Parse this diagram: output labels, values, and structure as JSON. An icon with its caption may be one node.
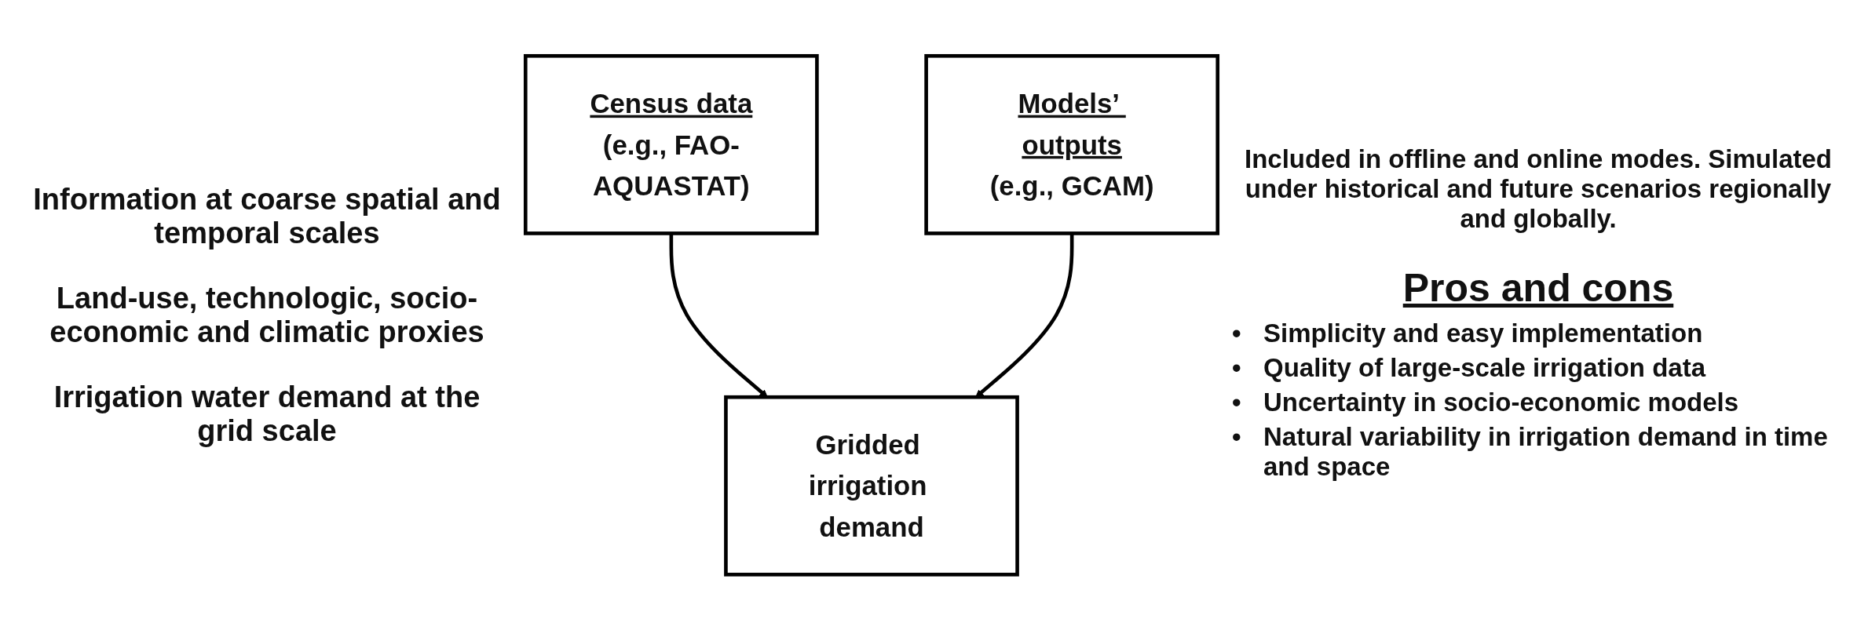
{
  "diagram": {
    "nodes": [
      {
        "text": [
          "Census data",
          "(e.g., FAO-AQUASTAT)"
        ]
      },
      {
        "text": [
          "Models’ outputs",
          "(e.g., GCAM)"
        ]
      },
      {
        "text": [
          "Gridded irrigation demand"
        ]
      }
    ],
    "edges": [
      {
        "from": 0,
        "to": 2,
        "arrow": "to"
      },
      {
        "from": 1,
        "to": 2,
        "arrow": "to"
      }
    ],
    "labels": [
      "Information at coarse spatial and temporal scales",
      "Land-use, technologic, socio-economic and climatic proxies",
      "Irrigation water demand at the grid scale",
      "Included in offline and online modes. Simulated under historical and future scenarios regionally and globally.",
      "Pros and cons",
      "•",
      "Simplicity and easy implementation",
      "•",
      "Quality of large-scale irrigation data",
      "•",
      "Uncertainty in socio-economic models",
      "•",
      "Natural variability in irrigation demand in time and space"
    ]
  }
}
